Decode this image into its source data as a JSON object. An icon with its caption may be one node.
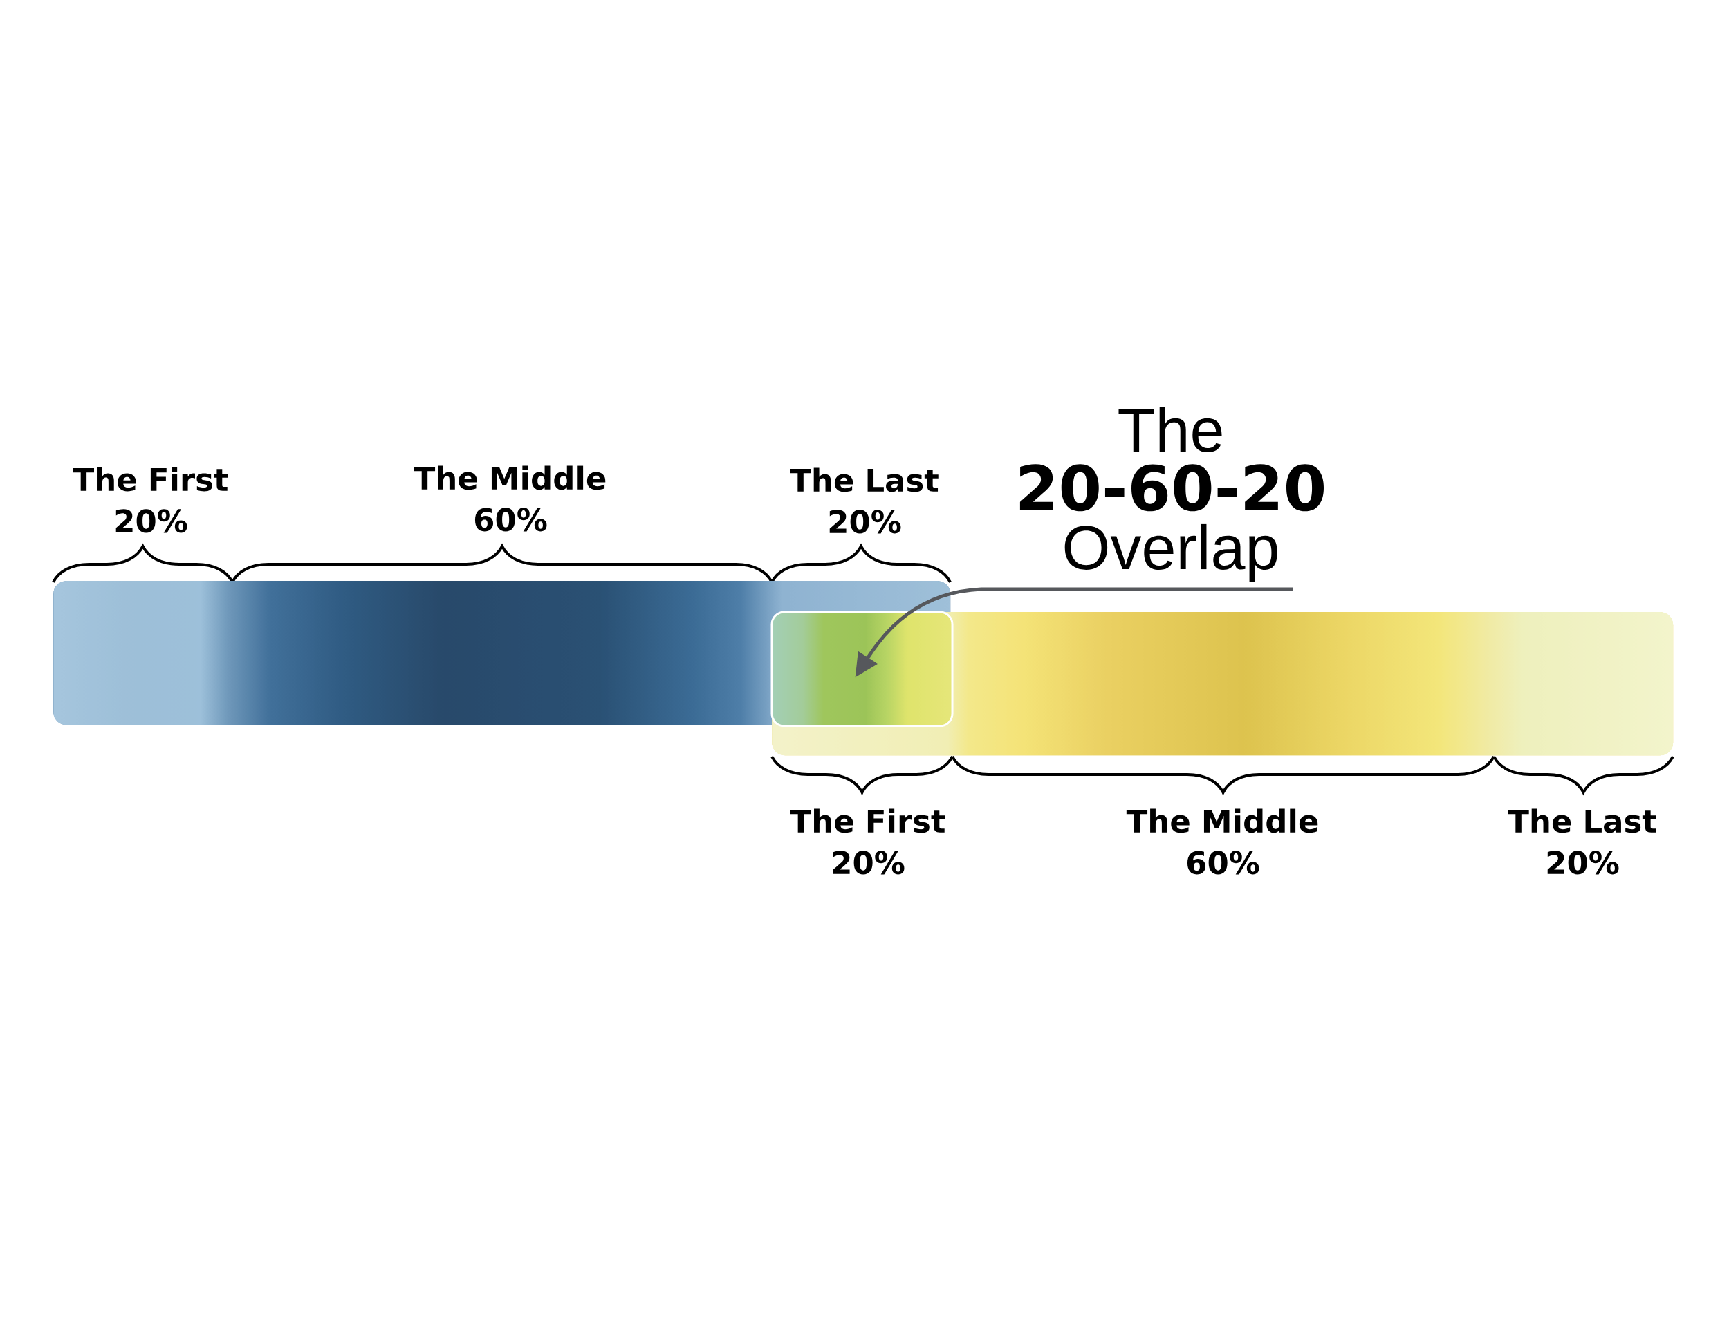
{
  "diagram": {
    "nodes": [
      {
        "text": [
          "The **20-60-20** Overlap"
        ]
      },
      {
        "text": [],
        "shape": "bar"
      },
      {
        "text": [],
        "shape": "bar"
      },
      {
        "text": [],
        "shape": "box"
      }
    ],
    "edges": [
      {
        "from": 0,
        "to": 3,
        "arrow": "to"
      }
    ],
    "labels": [
      "The First 20%",
      "The Middle 60%",
      "The Last 20%",
      "The First 20%",
      "The Middle 60%",
      "The Last 20%"
    ]
  }
}
